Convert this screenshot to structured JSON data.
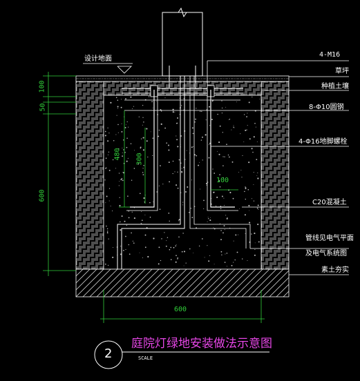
{
  "labels": {
    "design_ground": "设计地面",
    "bolt_top": "4-M16",
    "lawn": "草坪",
    "planting_soil": "种植土壤",
    "round_steel": "8-Φ10圆钢",
    "anchor_bolt": "4-Φ16地脚螺栓",
    "concrete": "C20混凝土",
    "conduit_line1": "管线见电气平面",
    "conduit_line2": "及电气系统图",
    "compacted_soil": "素土夯实"
  },
  "dimensions": {
    "d100_top": "100",
    "d50": "50",
    "d600_height": "600",
    "d480": "480",
    "d300": "300",
    "d100_inner": "100",
    "d600_width": "600"
  },
  "title": {
    "number": "2",
    "text": "庭院灯绿地安装做法示意图",
    "scale": "SCALE"
  },
  "colors": {
    "background": "#000000",
    "drawing_lines": "#ffffff",
    "dimension": "#31d03a",
    "title": "#e646e6",
    "leader": "#ffffff"
  }
}
